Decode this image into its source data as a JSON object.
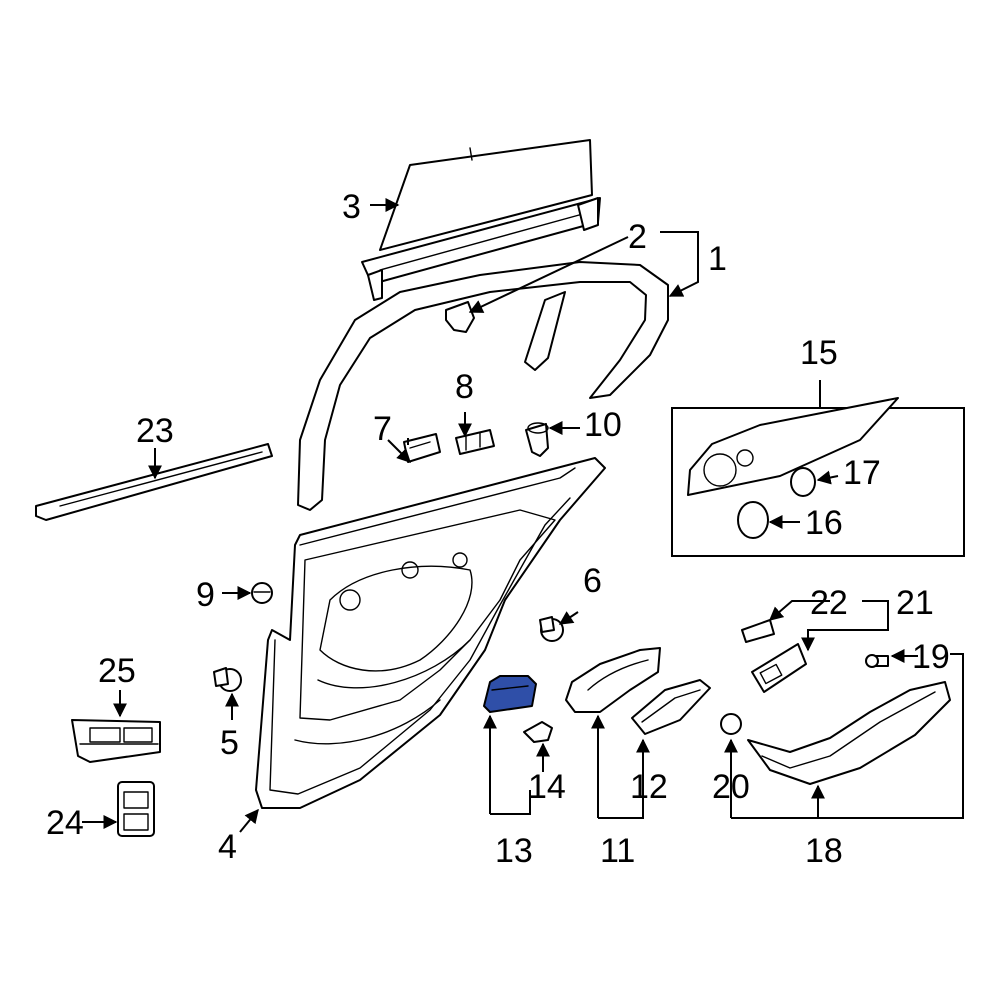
{
  "diagram": {
    "highlight_color": "#2f4fa8",
    "callouts": {
      "c1": "1",
      "c2": "2",
      "c3": "3",
      "c4": "4",
      "c5": "5",
      "c6": "6",
      "c7": "7",
      "c8": "8",
      "c9": "9",
      "c10": "10",
      "c11": "11",
      "c12": "12",
      "c13": "13",
      "c14": "14",
      "c15": "15",
      "c16": "16",
      "c17": "17",
      "c18": "18",
      "c19": "19",
      "c20": "20",
      "c21": "21",
      "c22": "22",
      "c23": "23",
      "c24": "24",
      "c25": "25"
    }
  }
}
